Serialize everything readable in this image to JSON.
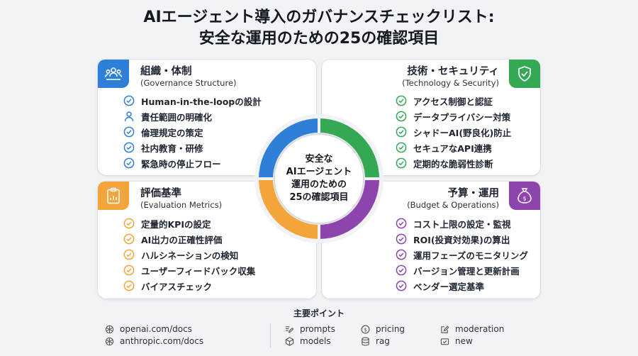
{
  "title_line1": "AIエージェント導入のガバナンスチェックリスト:",
  "title_line2": "安全な運用のための25の確認項目",
  "colors": {
    "blue": "#2f7fd8",
    "green": "#34a853",
    "orange": "#f3a43a",
    "purple": "#8e44ad"
  },
  "sections": {
    "governance": {
      "title": "組織・体制",
      "subtitle": "(Governance Structure)",
      "icon": "people-icon",
      "items": [
        {
          "text": "Human-in-the-loopの設計",
          "icon": "check-circle-icon"
        },
        {
          "text": "責任範囲の明確化",
          "icon": "person-icon"
        },
        {
          "text": "倫理規定の策定",
          "icon": "check-circle-icon"
        },
        {
          "text": "社内教育・研修",
          "icon": "check-circle-icon"
        },
        {
          "text": "緊急時の停止フロー",
          "icon": "check-circle-icon"
        }
      ]
    },
    "security": {
      "title": "技術・セキュリティ",
      "subtitle": "(Technology & Security)",
      "icon": "shield-check-icon",
      "items": [
        {
          "text": "アクセス制御と認証",
          "icon": "check-circle-icon"
        },
        {
          "text": "データプライバシー対策",
          "icon": "check-circle-icon"
        },
        {
          "text": "シャドーAI(野良化)防止",
          "icon": "check-circle-icon"
        },
        {
          "text": "セキュアなAPI連携",
          "icon": "check-circle-icon"
        },
        {
          "text": "定期的な脆弱性診断",
          "icon": "check-circle-icon"
        }
      ]
    },
    "evaluation": {
      "title": "評価基準",
      "subtitle": "(Evaluation Metrics)",
      "icon": "clipboard-chart-icon",
      "items": [
        {
          "text": "定量的KPIの設定",
          "icon": "check-circle-icon"
        },
        {
          "text": "AI出力の正確性評価",
          "icon": "check-circle-icon"
        },
        {
          "text": "ハルシネーションの検知",
          "icon": "check-circle-icon"
        },
        {
          "text": "ユーザーフィードバック収集",
          "icon": "check-circle-icon"
        },
        {
          "text": "バイアスチェック",
          "icon": "check-circle-icon"
        }
      ]
    },
    "budget": {
      "title": "予算・運用",
      "subtitle": "(Budget & Operations)",
      "icon": "money-bag-icon",
      "items": [
        {
          "text": "コスト上限の設定・監視",
          "icon": "check-circle-icon"
        },
        {
          "text": "ROI(投資対効果)の算出",
          "icon": "check-circle-icon"
        },
        {
          "text": "運用フェーズのモニタリング",
          "icon": "check-circle-icon"
        },
        {
          "text": "バージョン管理と更新計画",
          "icon": "check-circle-icon"
        },
        {
          "text": "ベンダー選定基準",
          "icon": "check-circle-icon"
        }
      ]
    }
  },
  "center": {
    "line1": "安全な",
    "line2": "AIエージェント",
    "line3": "運用のための",
    "line4": "25の確認項目"
  },
  "footer": {
    "title": "主要ポイント",
    "sources": [
      {
        "text": "openai.com/docs",
        "icon": "openai-logo-icon"
      },
      {
        "text": "anthropic.com/docs",
        "icon": "openai-logo-icon"
      }
    ],
    "topics": [
      {
        "text": "prompts",
        "icon": "pen-lines-icon"
      },
      {
        "text": "models",
        "icon": "box-icon"
      },
      {
        "text": "pricing",
        "icon": "dollar-circle-icon"
      },
      {
        "text": "rag",
        "icon": "database-icon"
      },
      {
        "text": "moderation",
        "icon": "edit-icon"
      },
      {
        "text": "new",
        "icon": "check-mail-icon"
      }
    ]
  }
}
